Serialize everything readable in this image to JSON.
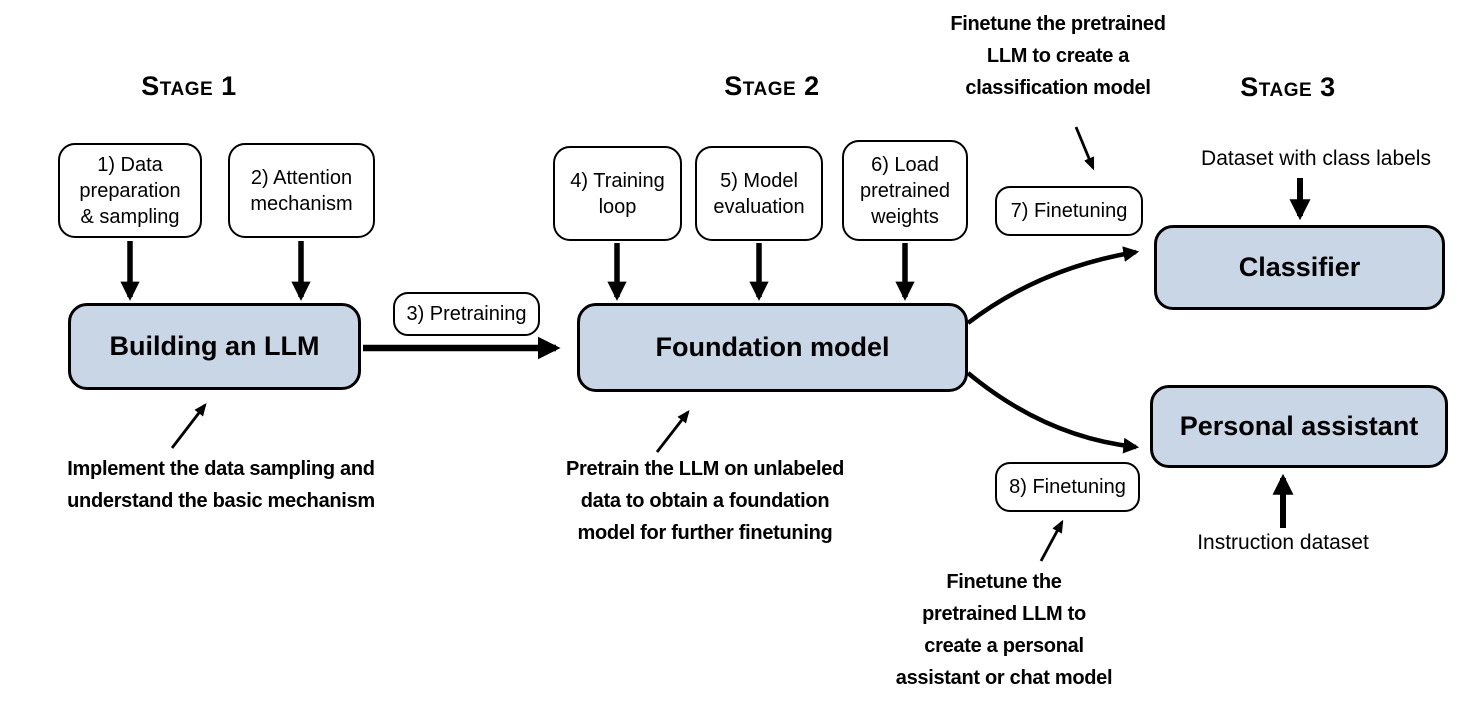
{
  "diagram": {
    "stage1": {
      "heading": "Stage 1",
      "step1": "1) Data\npreparation\n& sampling",
      "step2": "2) Attention\nmechanism",
      "main_box": "Building an LLM",
      "note": "Implement the data sampling and\nunderstand the basic mechanism"
    },
    "transition": {
      "pill3": "3) Pretraining"
    },
    "stage2": {
      "heading": "Stage 2",
      "step4": "4) Training\nloop",
      "step5": "5) Model\nevaluation",
      "step6": "6) Load\npretrained\nweights",
      "main_box": "Foundation model",
      "note": "Pretrain the LLM on unlabeled\ndata to obtain a foundation\nmodel for further finetuning"
    },
    "stage3": {
      "heading": "Stage 3",
      "pill7": "7) Finetuning",
      "pill8": "8) Finetuning",
      "classifier_box": "Classifier",
      "assistant_box": "Personal assistant",
      "classifier_input_label": "Dataset with class labels",
      "assistant_input_label": "Instruction dataset",
      "note_classifier": "Finetune the pretrained\nLLM to create a\nclassification model",
      "note_assistant": "Finetune the\npretrained LLM to\ncreate a personal\nassistant or chat model"
    }
  },
  "colors": {
    "box_fill": "#c8d6e5",
    "box_border": "#000000",
    "arrow": "#000000",
    "background": "#ffffff"
  }
}
